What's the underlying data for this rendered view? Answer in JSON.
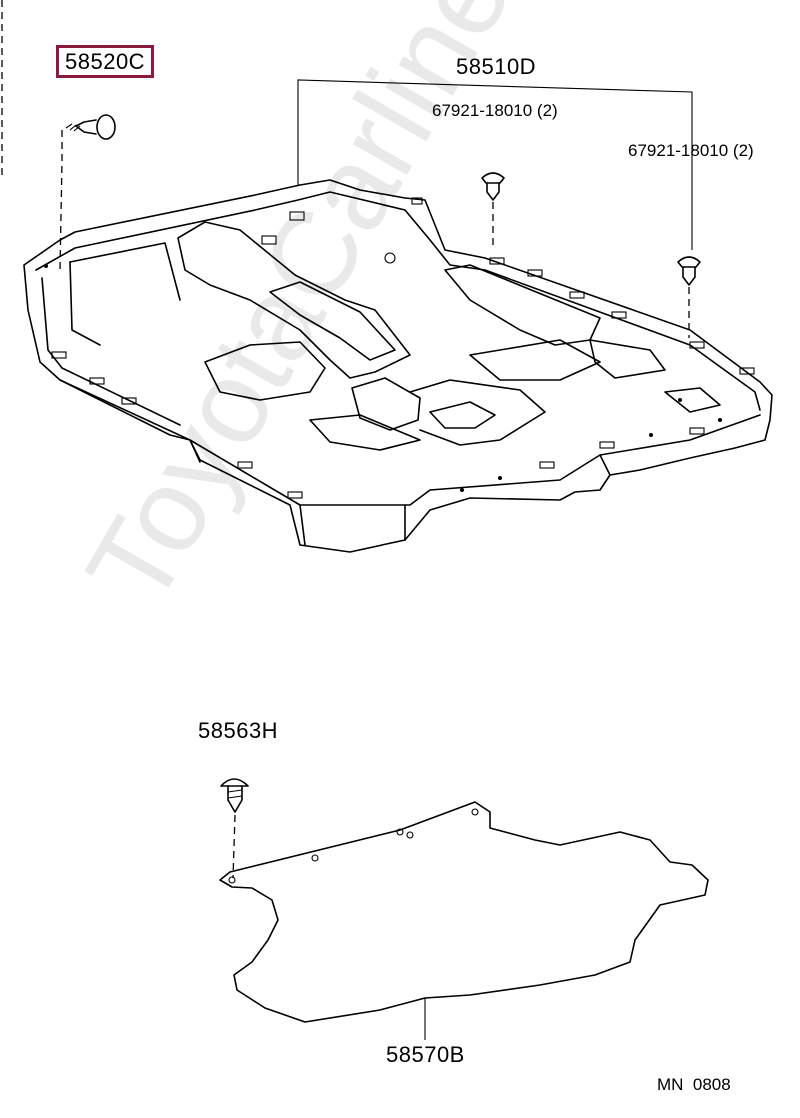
{
  "watermark": "ToyotaCarline.ru",
  "labels": {
    "part_58520C": "58520C",
    "part_58510D": "58510D",
    "clip_left": "67921-18010 (2)",
    "clip_right": "67921-18010 (2)",
    "part_58563H": "58563H",
    "part_58570B": "58570B",
    "diagram_code": "MN  0808"
  },
  "colors": {
    "highlight_border": "#8b1a3c",
    "line": "#000000",
    "watermark": "#e9e9e9"
  }
}
